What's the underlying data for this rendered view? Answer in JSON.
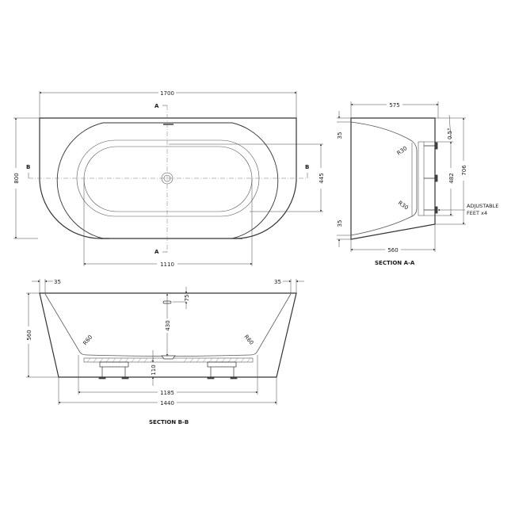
{
  "plan_view": {
    "overall_length": "1700",
    "overall_width": "800",
    "inner_length": "1110",
    "inner_width": "445",
    "section_mark_a_top": "A",
    "section_mark_a_bottom": "A",
    "section_mark_b_left": "B",
    "section_mark_b_right": "B"
  },
  "section_aa": {
    "title": "SECTION A-A",
    "top_width": "575",
    "bottom_width": "560",
    "rim_top": "35",
    "rim_bottom": "35",
    "radius_top": "R30",
    "radius_bottom": "R30",
    "slope": "0.5°",
    "base_span": "482",
    "overall_height": "706",
    "feet_note_line1": "ADJUSTABLE",
    "feet_note_line2": "FEET x4"
  },
  "section_bb": {
    "title": "SECTION B-B",
    "rim_left": "35",
    "rim_right": "35",
    "overall_height": "560",
    "overflow_depth": "75",
    "water_depth": "430",
    "radius_left": "R60",
    "radius_right": "R60",
    "base_height": "110",
    "base_length": "1185",
    "overall_base_length": "1440"
  },
  "colors": {
    "line": "#333333",
    "background": "#ffffff"
  }
}
